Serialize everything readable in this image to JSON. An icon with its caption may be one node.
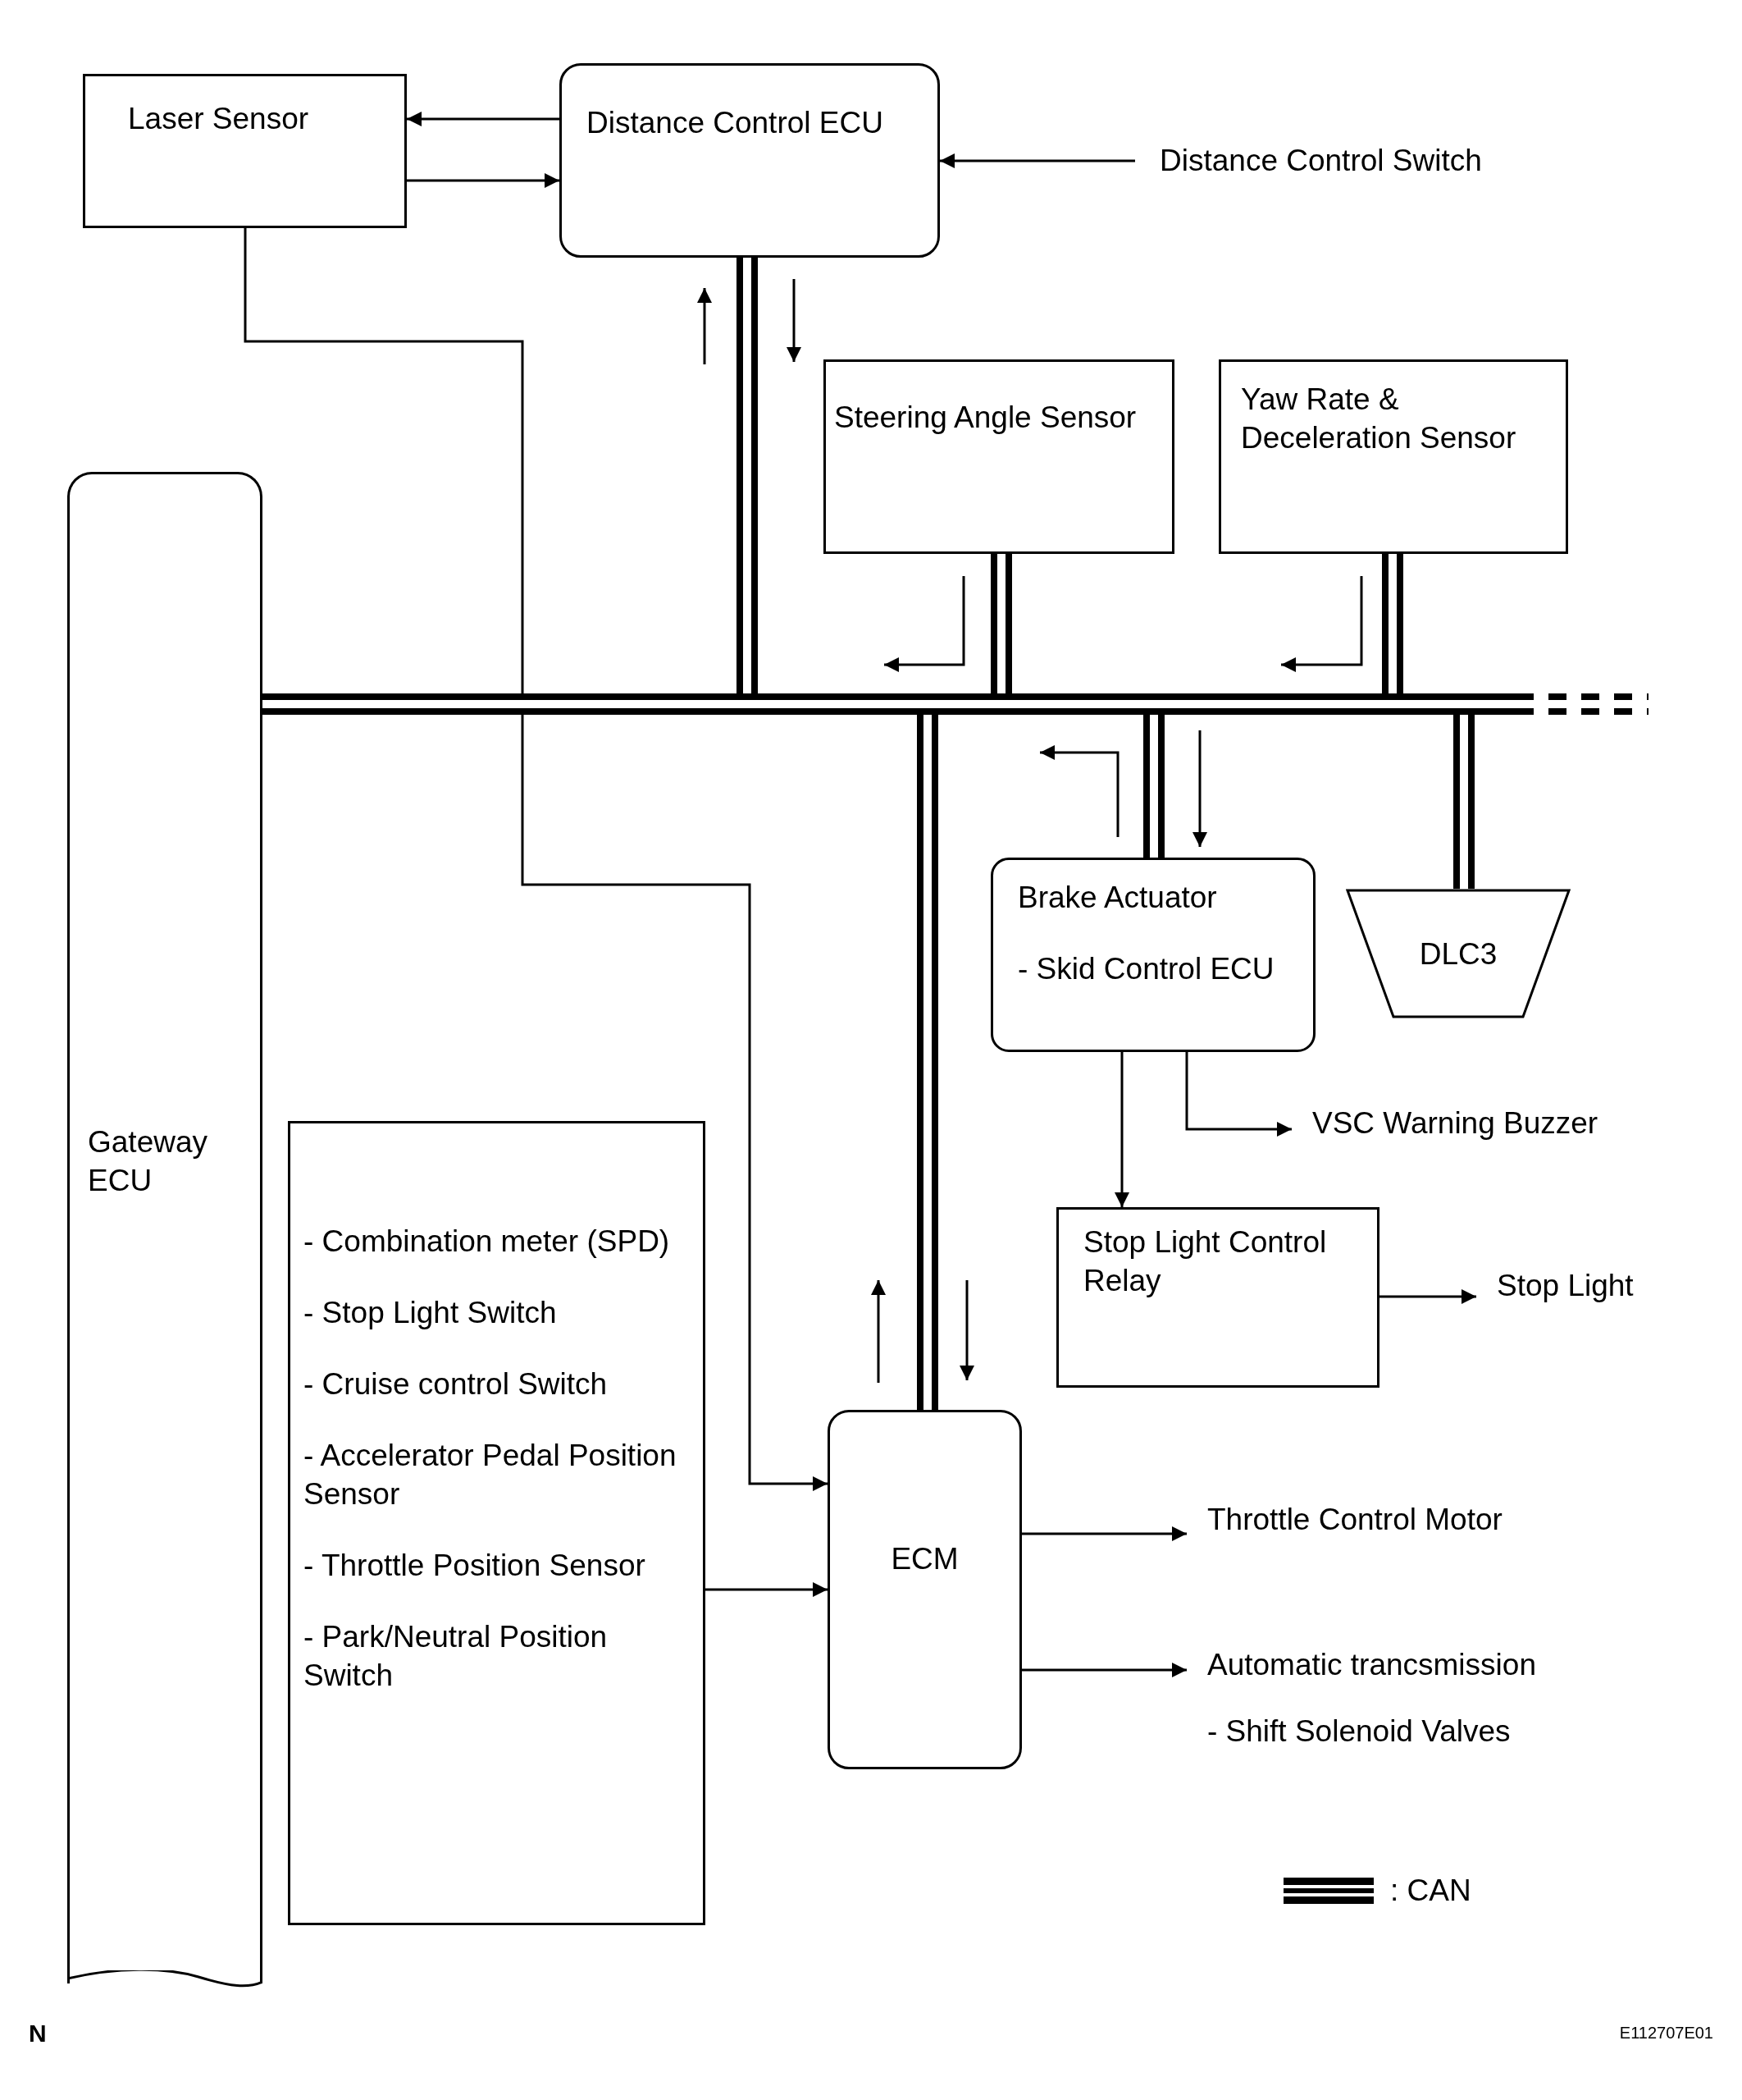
{
  "diagram": {
    "nodes": [
      {
        "text": [
          "Laser Sensor"
        ]
      },
      {
        "text": [
          "Distance Control ECU"
        ]
      },
      {
        "text": [
          "Distance Control Switch"
        ]
      },
      {
        "text": [
          "Steering Angle Sensor"
        ]
      },
      {
        "text": [
          "Yaw Rate & Deceleration Sensor"
        ]
      },
      {
        "text": [
          "Gateway ECU"
        ]
      },
      {
        "text": [
          "Brake Actuator",
          "- Skid Control ECU"
        ]
      },
      {
        "text": [
          "DLC3"
        ]
      },
      {
        "text": [
          "VSC Warning Buzzer"
        ]
      },
      {
        "text": [
          "Stop Light Control Relay"
        ]
      },
      {
        "text": [
          "Stop Light"
        ]
      },
      {
        "text": [
          "- Combination meter (SPD)",
          "- Stop Light Switch",
          "- Cruise control Switch",
          "- Accelerator Pedal Position Sensor",
          "- Throttle Position Sensor",
          "- Park/Neutral Position Switch"
        ]
      },
      {
        "text": [
          "ECM"
        ]
      },
      {
        "text": [
          "Throttle Control Motor"
        ]
      },
      {
        "text": [
          "Automatic trancsmission",
          "- Shift Solenoid Valves"
        ]
      },
      {
        "text": [],
        "shape": "bar"
      }
    ],
    "edges": [
      {
        "from": 1,
        "to": 0,
        "arrow": "to"
      },
      {
        "from": 0,
        "to": 1,
        "arrow": "to"
      },
      {
        "from": 2,
        "to": 1,
        "arrow": "to"
      },
      {
        "from": 0,
        "to": 12,
        "arrow": "to"
      },
      {
        "from": 11,
        "to": 12,
        "arrow": "to"
      },
      {
        "from": 12,
        "to": 13,
        "arrow": "to"
      },
      {
        "from": 12,
        "to": 14,
        "arrow": "to"
      },
      {
        "from": 6,
        "to": 9,
        "arrow": "to"
      },
      {
        "from": 6,
        "to": 8,
        "arrow": "to"
      },
      {
        "from": 9,
        "to": 10,
        "arrow": "to"
      },
      {
        "from": 5,
        "to": 15,
        "arrow": "none",
        "style": "thick"
      },
      {
        "from": 1,
        "to": 15,
        "arrow": "none",
        "style": "thick"
      },
      {
        "from": 3,
        "to": 15,
        "arrow": "none",
        "style": "thick"
      },
      {
        "from": 4,
        "to": 15,
        "arrow": "none",
        "style": "thick"
      },
      {
        "from": 6,
        "to": 15,
        "arrow": "none",
        "style": "thick"
      },
      {
        "from": 7,
        "to": 15,
        "arrow": "none",
        "style": "thick"
      },
      {
        "from": 12,
        "to": 15,
        "arrow": "none",
        "style": "thick"
      }
    ],
    "labels": [
      "N",
      "E112707E01"
    ],
    "legend": [
      {
        "text": ": CAN"
      }
    ]
  }
}
